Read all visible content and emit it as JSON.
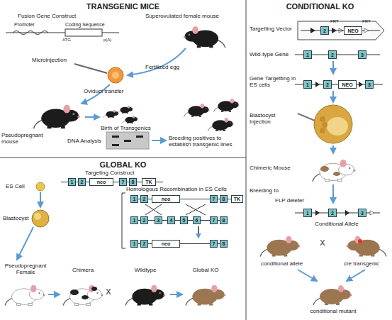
{
  "diagram": {
    "nodes": [
      {
        "text": [
          "1"
        ]
      },
      {
        "text": [
          "2"
        ]
      },
      {
        "text": [
          "neo"
        ]
      },
      {
        "text": [
          "7"
        ]
      },
      {
        "text": [
          "8"
        ]
      },
      {
        "text": [
          "TK"
        ]
      },
      {
        "text": [
          "1"
        ]
      },
      {
        "text": [
          "2"
        ]
      },
      {
        "text": [
          "neo"
        ]
      },
      {
        "text": [
          "7"
        ]
      },
      {
        "text": [
          "8"
        ]
      },
      {
        "text": [
          "TK"
        ]
      },
      {
        "text": [
          "1"
        ]
      },
      {
        "text": [
          "2"
        ]
      },
      {
        "text": [
          "3"
        ]
      },
      {
        "text": [
          "4"
        ]
      },
      {
        "text": [
          "5"
        ]
      },
      {
        "text": [
          "6"
        ]
      },
      {
        "text": [
          "7"
        ]
      },
      {
        "text": [
          "8"
        ]
      },
      {
        "text": [
          "1"
        ]
      },
      {
        "text": [
          "2"
        ]
      },
      {
        "text": [
          "neo"
        ]
      },
      {
        "text": [
          "7"
        ]
      },
      {
        "text": [
          "8"
        ]
      },
      {
        "text": [
          "2"
        ]
      },
      {
        "text": [
          "NEO"
        ]
      },
      {
        "text": [
          "1"
        ]
      },
      {
        "text": [
          "2"
        ]
      },
      {
        "text": [
          "3"
        ]
      },
      {
        "text": [
          "1"
        ]
      },
      {
        "text": [
          "2"
        ]
      },
      {
        "text": [
          "NEO"
        ]
      },
      {
        "text": [
          "3"
        ]
      },
      {
        "text": [
          "1"
        ]
      },
      {
        "text": [
          "2"
        ]
      },
      {
        "text": [
          "3"
        ]
      }
    ],
    "edges": [
      {
        "from": 0,
        "to": 1,
        "arrow": "none"
      },
      {
        "from": 1,
        "to": 2,
        "arrow": "none"
      },
      {
        "from": 2,
        "to": 3,
        "arrow": "none"
      },
      {
        "from": 3,
        "to": 4,
        "arrow": "none"
      },
      {
        "from": 4,
        "to": 5,
        "arrow": "none"
      },
      {
        "from": 6,
        "to": 7,
        "arrow": "none"
      },
      {
        "from": 7,
        "to": 8,
        "arrow": "none"
      },
      {
        "from": 8,
        "to": 9,
        "arrow": "none"
      },
      {
        "from": 9,
        "to": 10,
        "arrow": "none"
      },
      {
        "from": 10,
        "to": 11,
        "arrow": "none"
      },
      {
        "from": 12,
        "to": 13,
        "arrow": "none"
      },
      {
        "from": 13,
        "to": 14,
        "arrow": "none"
      },
      {
        "from": 14,
        "to": 15,
        "arrow": "none"
      },
      {
        "from": 15,
        "to": 16,
        "arrow": "none"
      },
      {
        "from": 16,
        "to": 17,
        "arrow": "none"
      },
      {
        "from": 17,
        "to": 18,
        "arrow": "none"
      },
      {
        "from": 18,
        "to": 19,
        "arrow": "none"
      },
      {
        "from": 20,
        "to": 21,
        "arrow": "none"
      },
      {
        "from": 21,
        "to": 22,
        "arrow": "none"
      },
      {
        "from": 22,
        "to": 23,
        "arrow": "none"
      },
      {
        "from": 23,
        "to": 24,
        "arrow": "none"
      },
      {
        "from": 25,
        "to": 26,
        "arrow": "none"
      },
      {
        "from": 27,
        "to": 28,
        "arrow": "none"
      },
      {
        "from": 28,
        "to": 29,
        "arrow": "none"
      },
      {
        "from": 30,
        "to": 31,
        "arrow": "none"
      },
      {
        "from": 31,
        "to": 32,
        "arrow": "none"
      },
      {
        "from": 32,
        "to": 33,
        "arrow": "none"
      },
      {
        "from": 34,
        "to": 35,
        "arrow": "none"
      },
      {
        "from": 35,
        "to": 36,
        "arrow": "none"
      }
    ],
    "labels": [
      "TRANSGENIC MICE",
      "Fusion Gene Construct",
      "Superovulated female mouse",
      "Promoter",
      "Coding Sequence",
      "ATG",
      "p(A)",
      "Fertilized egg",
      "Microinjection",
      "Oviduct transfer",
      "Pseudopregnant mouse",
      "Birth of Transgenics",
      "DNA Analysis",
      "Breeding positives to establish transgenic lines",
      "GLOBAL KO",
      "Targeting Construct",
      "ES Cell",
      "Homologous Recombination in ES Cells",
      "Blastocyst",
      "Pseudopregnant Female",
      "Chimera",
      "X",
      "Wildtype",
      "Global KO",
      "CONDITIONAL KO",
      "Targetting Vector",
      "FRT",
      "FRT",
      "Wild-type Gene",
      "Gene Targetting in ES cells",
      "Blastocyst Injection",
      "Chimeric Mouse",
      "Breeding to",
      "FLP deleter",
      "Conditional Allele",
      "conditional allele",
      "X",
      "cre transgenic",
      "conditional mutant"
    ]
  }
}
